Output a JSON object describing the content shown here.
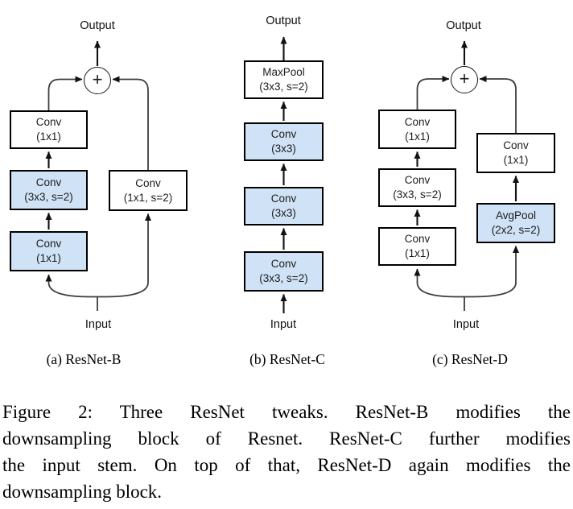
{
  "colors": {
    "highlight_fill": "#cfe2f6",
    "box_border": "#000000",
    "arrow": "#111111",
    "connector": "#3d3d3d"
  },
  "diagrams": {
    "a": {
      "caption": "(a) ResNet-B",
      "output": "Output",
      "input": "Input",
      "plus": "+",
      "boxes": {
        "left_top": {
          "name": "Conv",
          "params": "(1x1)",
          "highlight": false
        },
        "left_mid": {
          "name": "Conv",
          "params": "(3x3, s=2)",
          "highlight": true
        },
        "left_bot": {
          "name": "Conv",
          "params": "(1x1)",
          "highlight": true
        },
        "right": {
          "name": "Conv",
          "params": "(1x1, s=2)",
          "highlight": false
        }
      }
    },
    "b": {
      "caption": "(b) ResNet-C",
      "output": "Output",
      "input": "Input",
      "boxes": {
        "maxpool": {
          "name": "MaxPool",
          "params": "(3x3, s=2)",
          "highlight": false
        },
        "conv_top": {
          "name": "Conv",
          "params": "(3x3)",
          "highlight": true
        },
        "conv_mid": {
          "name": "Conv",
          "params": "(3x3)",
          "highlight": true
        },
        "conv_bot": {
          "name": "Conv",
          "params": "(3x3, s=2)",
          "highlight": true
        }
      }
    },
    "c": {
      "caption": "(c) ResNet-D",
      "output": "Output",
      "input": "Input",
      "plus": "+",
      "boxes": {
        "left_top": {
          "name": "Conv",
          "params": "(1x1)",
          "highlight": false
        },
        "left_mid": {
          "name": "Conv",
          "params": "(3x3, s=2)",
          "highlight": false
        },
        "left_bot": {
          "name": "Conv",
          "params": "(1x1)",
          "highlight": false
        },
        "right_top": {
          "name": "Conv",
          "params": "(1x1)",
          "highlight": false
        },
        "right_bot": {
          "name": "AvgPool",
          "params": "(2x2, s=2)",
          "highlight": true
        }
      }
    }
  },
  "figure_caption": {
    "lines": [
      "Figure 2: Three ResNet tweaks. ResNet-B modifies the",
      "downsampling block of Resnet. ResNet-C further modifies",
      "the input stem. On top of that, ResNet-D again modifies the",
      "downsampling block."
    ]
  }
}
